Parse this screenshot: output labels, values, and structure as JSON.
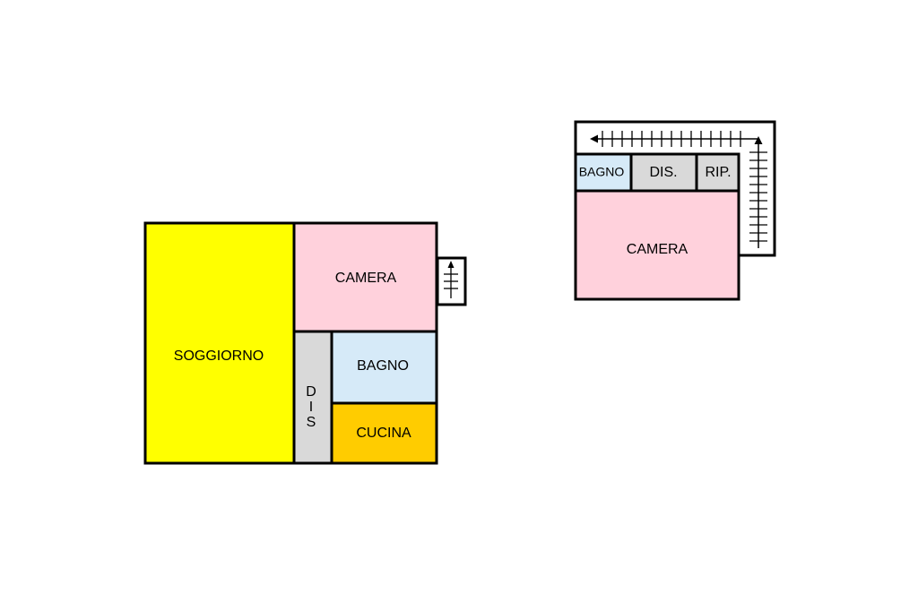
{
  "floor_left": {
    "rooms": {
      "soggiorno": {
        "label": "SOGGIORNO",
        "color": "#ffff00"
      },
      "camera": {
        "label": "CAMERA",
        "color": "#ffd1dc"
      },
      "dis_1": {
        "label": "D"
      },
      "dis_2": {
        "label": "I"
      },
      "dis_3": {
        "label": "S"
      },
      "dis_color": "#d9d9d9",
      "bagno": {
        "label": "BAGNO",
        "color": "#d6eaf8"
      },
      "cucina": {
        "label": "CUCINA",
        "color": "#ffcc00"
      }
    }
  },
  "floor_right": {
    "rooms": {
      "bagno": {
        "label": "BAGNO",
        "color": "#d6eaf8"
      },
      "dis": {
        "label": "DIS.",
        "color": "#d9d9d9"
      },
      "rip": {
        "label": "RIP.",
        "color": "#d9d9d9"
      },
      "camera": {
        "label": "CAMERA",
        "color": "#ffd1dc"
      }
    }
  }
}
